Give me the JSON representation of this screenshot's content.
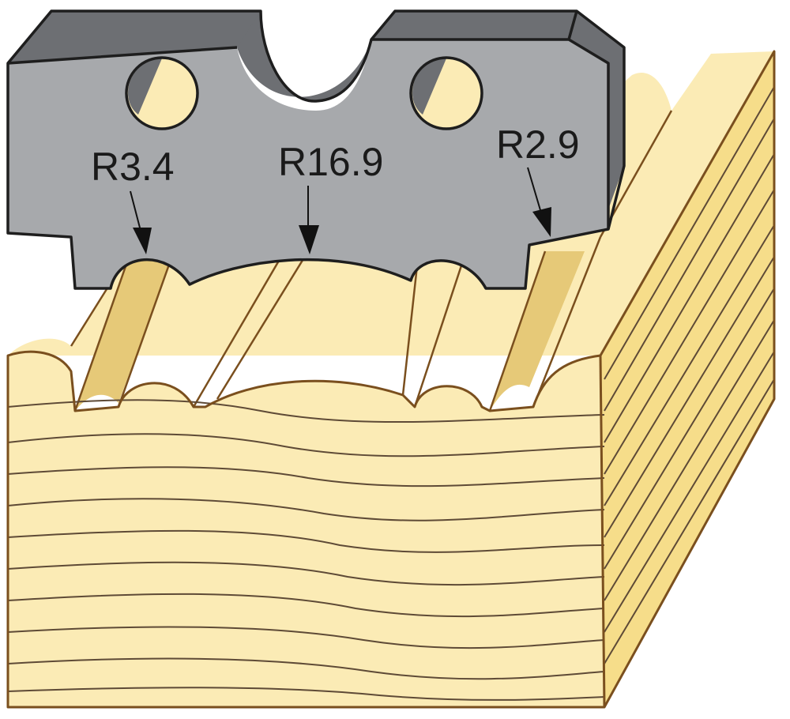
{
  "labels": {
    "left_radius": "R3.4",
    "center_radius": "R16.9",
    "right_radius": "R2.9"
  },
  "colors": {
    "wood_face": "#FBEBB5",
    "wood_side": "#F6DD8A",
    "wood_groove": "#E6C978",
    "wood_outline": "#7A4F1E",
    "grain_line": "#5E4A36",
    "blade_face": "#A7A9AC",
    "blade_top": "#6D6F73",
    "blade_outline": "#1E1E1E",
    "arrow": "#111111"
  }
}
